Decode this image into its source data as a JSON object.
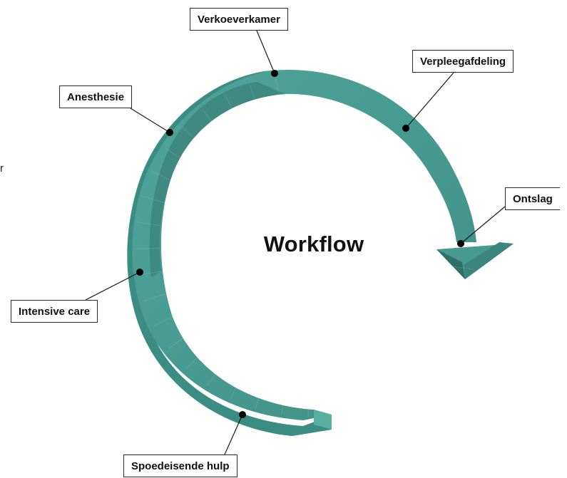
{
  "diagram": {
    "center_label": "Workflow",
    "edge_fragment": "r",
    "colors": {
      "ring_top": "#46998f",
      "ring_inner_wall": "#3d857c",
      "ring_outer_wall": "#3b8c82",
      "arrow_dark": "#2f7169",
      "line": "#1a1a1a",
      "dot": "#000000"
    },
    "stages": [
      {
        "id": "spoedeisende-hulp",
        "label": "Spoedeisende hulp"
      },
      {
        "id": "intensive-care",
        "label": "Intensive care"
      },
      {
        "id": "anesthesie",
        "label": "Anesthesie"
      },
      {
        "id": "verkoeverkamer",
        "label": "Verkoeverkamer"
      },
      {
        "id": "verpleegafdeling",
        "label": "Verpleegafdeling"
      },
      {
        "id": "ontslag",
        "label": "Ontslag"
      }
    ]
  }
}
